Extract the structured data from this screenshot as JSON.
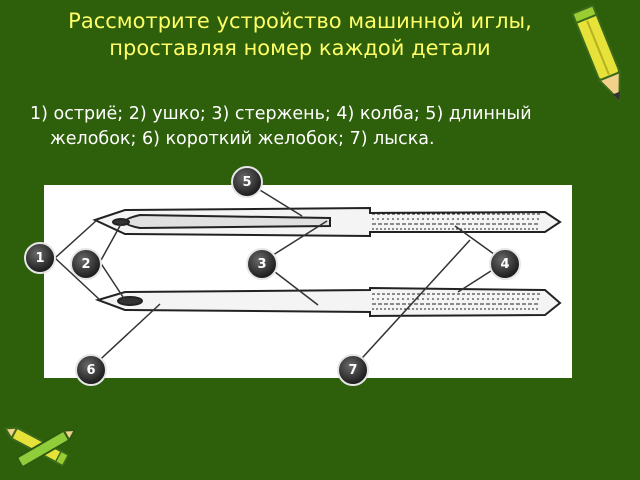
{
  "slide": {
    "title": "Рассмотрите устройство машинной иглы, проставляя номер каждой детали",
    "body": "1) остриё; 2) ушко; 3) стержень; 4) колба; 5) длинный желобок; 6) короткий желобок; 7) лыска."
  },
  "markers": [
    "1",
    "2",
    "3",
    "4",
    "5",
    "6",
    "7"
  ],
  "colors": {
    "background": "#2e5f0b",
    "title": "#ffff66",
    "text": "#ffffff"
  },
  "icons": [
    "pencil-icon",
    "pencils-icon"
  ]
}
